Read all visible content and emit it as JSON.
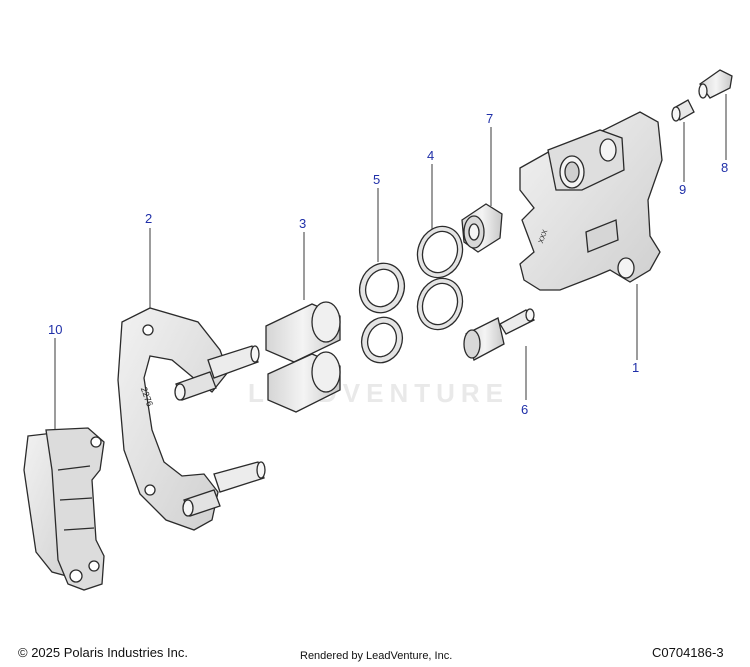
{
  "watermark": "LEADVENTURE",
  "callouts": {
    "c1": "1",
    "c2": "2",
    "c3": "3",
    "c4": "4",
    "c5": "5",
    "c6": "6",
    "c7": "7",
    "c8": "8",
    "c9": "9",
    "c10": "10"
  },
  "part_marks": {
    "bracket": "2276",
    "caliper": "XXX"
  },
  "footer": {
    "copyright": "© 2025 Polaris Industries Inc.",
    "rendered_by": "Rendered by LeadVenture, Inc.",
    "diagram_id": "C0704186-3"
  },
  "colors": {
    "callout": "#1f2fa8",
    "part_fill": "#e6e6e6",
    "part_stroke": "#2b2b2b"
  }
}
